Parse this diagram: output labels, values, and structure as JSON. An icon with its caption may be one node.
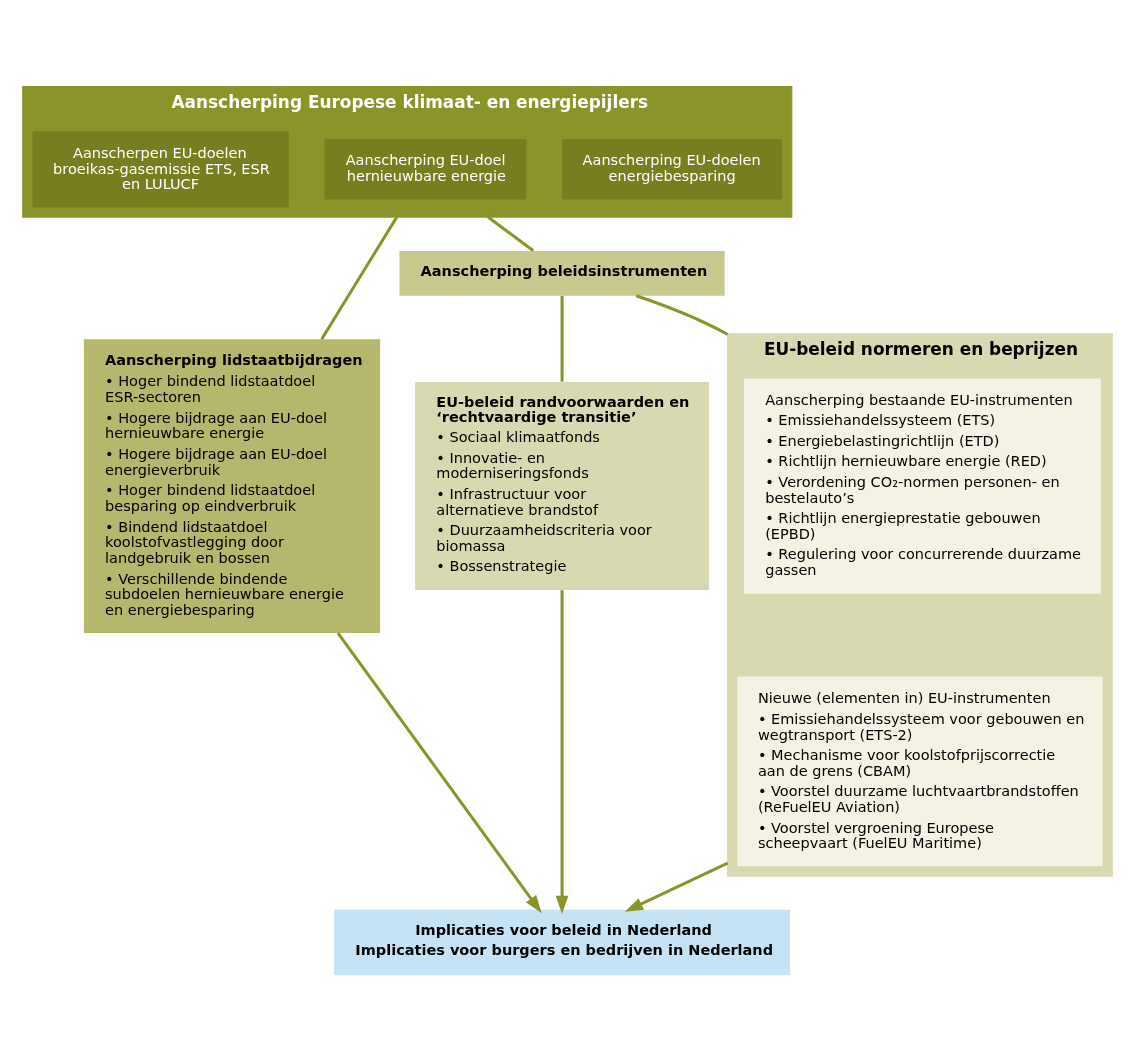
{
  "diagram": {
    "nodes": [
      {
        "text": [
          "Aanscherping Europese klimaat- en energiepijlers"
        ]
      },
      {
        "text": [
          "Aanscherpen EU-doelen broeikas-gasemissie ETS, ESR en LULUCF"
        ],
        "in": 0
      },
      {
        "text": [
          "Aanscherping EU-doel hernieuwbare energie"
        ],
        "in": 0
      },
      {
        "text": [
          "Aanscherping EU-doelen energiebesparing"
        ],
        "in": 0
      },
      {
        "text": [
          "Aanscherping lidstaatbijdragen",
          "• Hoger bindend lidstaatdoel ESR-sectoren",
          "• Hogere bijdrage aan EU-doel hernieuwbare energie",
          "• Hogere bijdrage aan EU-doel energieverbruik",
          "• Hoger bindend lidstaatdoel besparing op eindverbruik",
          "• Bindend lidstaatdoel koolstofvastlegging door landgebruik en bossen",
          "• Verschillende bindende subdoelen hernieuwbare energie en energiebesparing"
        ]
      },
      {
        "text": [
          "Aanscherping beleidsinstrumenten"
        ]
      },
      {
        "text": [
          "EU-beleid normeren en beprijzen"
        ]
      },
      {
        "text": [
          "Aanscherping bestaande EU-instrumenten",
          "• Emissiehandelssysteem (ETS)",
          "• Energiebelastingrichtlijn (ETD)",
          "• Richtlijn hernieuwbare energie (RED)",
          "• Verordening CO₂-normen personen- en bestelauto’s",
          "• Richtlijn energieprestatie gebouwen (EPBD)",
          "• Regulering voor concurrerende duurzame gassen"
        ],
        "in": 6
      },
      {
        "text": [
          "Nieuwe (elementen in) EU-instrumenten",
          "• Emissiehandelssysteem voor gebouwen en wegtransport (ETS-2)",
          "• Mechanisme voor koolstofprijscorrectie aan de grens (CBAM)",
          "• Voorstel duurzame luchtvaartbrandstoffen (ReFuelEU Aviation)",
          "• Voorstel vergroening Europese scheepvaart (FuelEU Maritime)"
        ],
        "in": 6
      },
      {
        "text": [
          "EU-beleid randvoorwaarden en ‘rechtvaardige transitie’",
          "• Sociaal klimaatfonds",
          "• Innovatie- en moderniseringsfonds",
          "• Infrastructuur voor alternatieve brandstof",
          "• Duurzaamheidscriteria voor biomassa",
          "• Bossenstrategie"
        ]
      },
      {
        "text": [
          "Implicaties voor beleid in Nederland",
          "Implicaties voor burgers en bedrijven in Nederland"
        ]
      }
    ],
    "edges": [
      {
        "from": 0,
        "to": 4,
        "arrow": "none"
      },
      {
        "from": 0,
        "to": 5,
        "arrow": "none"
      },
      {
        "from": 5,
        "to": 6,
        "arrow": "none"
      },
      {
        "from": 5,
        "to": 9,
        "arrow": "none"
      },
      {
        "from": 4,
        "to": 10,
        "arrow": "to"
      },
      {
        "from": 6,
        "to": 10,
        "arrow": "to"
      },
      {
        "from": 9,
        "to": 10,
        "arrow": "to"
      }
    ]
  }
}
